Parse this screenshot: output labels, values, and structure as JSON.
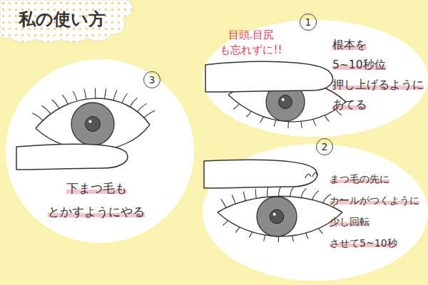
{
  "diagram": {
    "title": "私の使い方",
    "nodes": [
      {
        "text": [
          "1",
          "目頭.目尻 も忘れずに!!",
          "根本を 5~10秒位 押し上げるように あてる"
        ]
      },
      {
        "text": [
          "2",
          "まつ毛の先に カールがつくように 少し回転 させて5~10秒"
        ]
      },
      {
        "text": [
          "3",
          "下まつ毛も とかすようにやる"
        ]
      }
    ]
  }
}
